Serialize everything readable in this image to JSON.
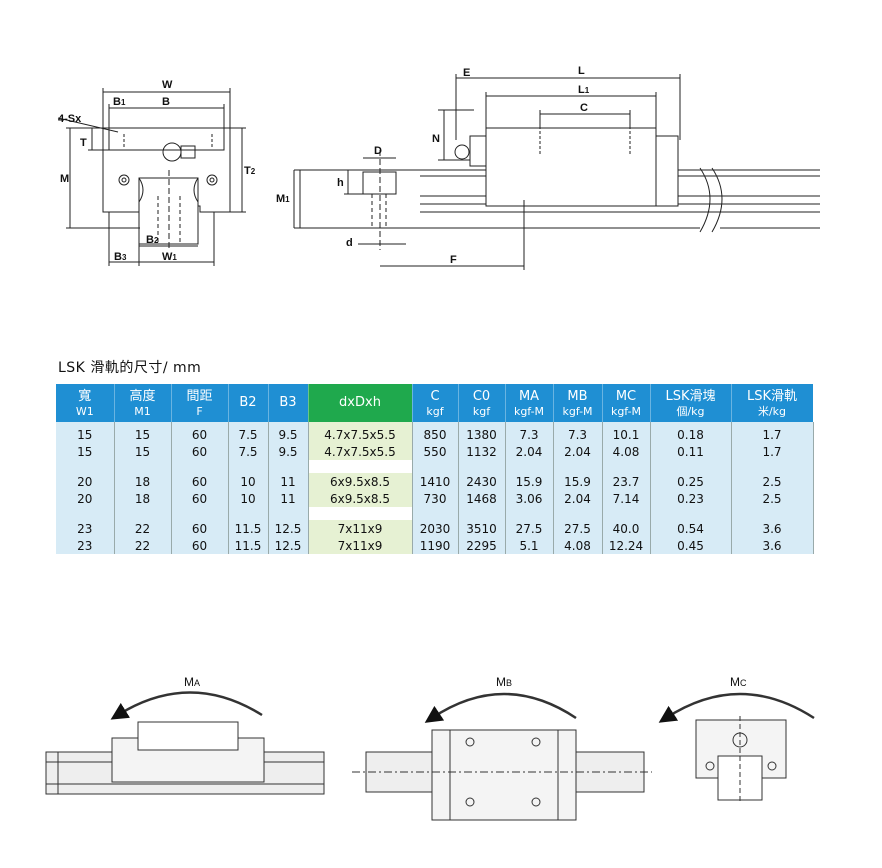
{
  "dims": {
    "W": "W",
    "B": "B",
    "B1": "B",
    "B1_sub": "1",
    "Sx": "4-Sx",
    "T": "T",
    "M": "M",
    "T2": "T",
    "T2_sub": "2",
    "B2": "B",
    "B2_sub": "2",
    "B3": "B",
    "B3_sub": "3",
    "W1": "W",
    "W1_sub": "1",
    "E": "E",
    "L": "L",
    "L1": "L",
    "L1_sub": "1",
    "C": "C",
    "N": "N",
    "D": "D",
    "h": "h",
    "M1": "M",
    "M1_sub": "1",
    "d": "d",
    "F": "F"
  },
  "table": {
    "title": "LSK 滑軌的尺寸/ mm",
    "headers": [
      {
        "top": "寬",
        "sub": "W1",
        "color": "b"
      },
      {
        "top": "高度",
        "sub": "M1",
        "color": "b"
      },
      {
        "top": "間距",
        "sub": "F",
        "color": "b"
      },
      {
        "top": "B2",
        "sub": "",
        "color": "b"
      },
      {
        "top": "B3",
        "sub": "",
        "color": "b"
      },
      {
        "top": "dxDxh",
        "sub": "",
        "color": "g"
      },
      {
        "top": "C",
        "sub": "kgf",
        "color": "b"
      },
      {
        "top": "C0",
        "sub": "kgf",
        "color": "b"
      },
      {
        "top": "MA",
        "sub": "kgf-M",
        "color": "b"
      },
      {
        "top": "MB",
        "sub": "kgf-M",
        "color": "b"
      },
      {
        "top": "MC",
        "sub": "kgf-M",
        "color": "b"
      },
      {
        "top": "LSK滑塊",
        "sub": "個/kg",
        "color": "b"
      },
      {
        "top": "LSK滑軌",
        "sub": "米/kg",
        "color": "b"
      }
    ],
    "rows": [
      [
        "15",
        "15",
        "60",
        "7.5",
        "9.5",
        "4.7x7.5x5.5",
        "850",
        "1380",
        "7.3",
        "7.3",
        "10.1",
        "0.18",
        "1.7"
      ],
      [
        "15",
        "15",
        "60",
        "7.5",
        "9.5",
        "4.7x7.5x5.5",
        "550",
        "1132",
        "2.04",
        "2.04",
        "4.08",
        "0.11",
        "1.7"
      ],
      null,
      [
        "20",
        "18",
        "60",
        "10",
        "11",
        "6x9.5x8.5",
        "1410",
        "2430",
        "15.9",
        "15.9",
        "23.7",
        "0.25",
        "2.5"
      ],
      [
        "20",
        "18",
        "60",
        "10",
        "11",
        "6x9.5x8.5",
        "730",
        "1468",
        "3.06",
        "2.04",
        "7.14",
        "0.23",
        "2.5"
      ],
      null,
      [
        "23",
        "22",
        "60",
        "11.5",
        "12.5",
        "7x11x9",
        "2030",
        "3510",
        "27.5",
        "27.5",
        "40.0",
        "0.54",
        "3.6"
      ],
      [
        "23",
        "22",
        "60",
        "11.5",
        "12.5",
        "7x11x9",
        "1190",
        "2295",
        "5.1",
        "4.08",
        "12.24",
        "0.45",
        "3.6"
      ]
    ]
  },
  "moments": {
    "ma": "M",
    "ma_sub": "A",
    "mb": "M",
    "mb_sub": "B",
    "mc": "M",
    "mc_sub": "C"
  }
}
